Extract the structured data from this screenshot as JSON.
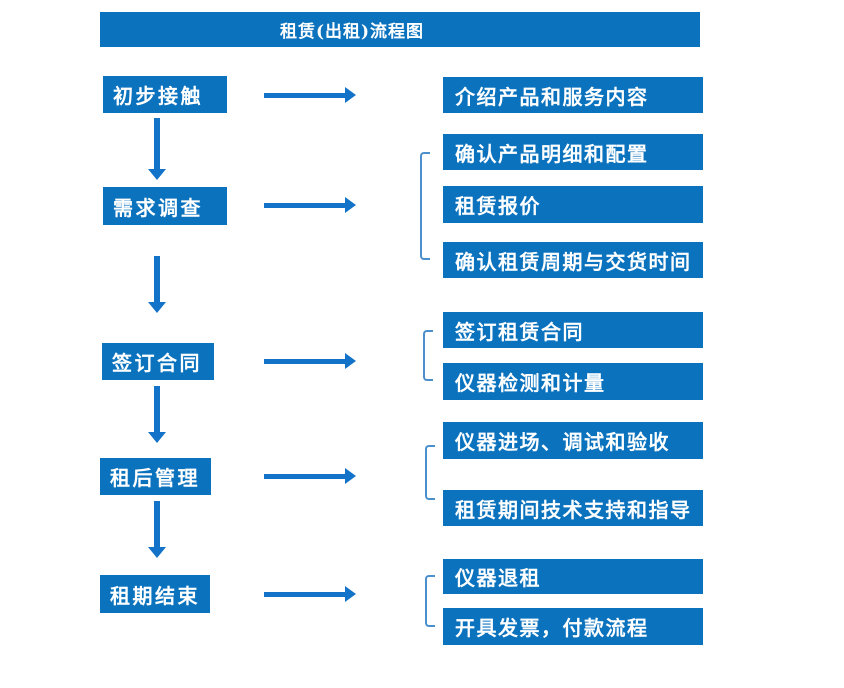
{
  "title": "租赁(出租)流程图",
  "colors": {
    "box_blue": "#0b72be",
    "arrow_blue": "#1373c8",
    "bracket_blue": "#4c8fcd",
    "text_white": "#ffffff"
  },
  "stages": [
    {
      "label": "初步接触",
      "outputs": [
        "介绍产品和服务内容"
      ]
    },
    {
      "label": "需求调查",
      "outputs": [
        "确认产品明细和配置",
        "租赁报价",
        "确认租赁周期与交货时间"
      ]
    },
    {
      "label": "签订合同",
      "outputs": [
        "签订租赁合同",
        "仪器检测和计量"
      ]
    },
    {
      "label": "租后管理",
      "outputs": [
        "仪器进场、调试和验收",
        "租赁期间技术支持和指导"
      ]
    },
    {
      "label": "租期结束",
      "outputs": [
        "仪器退租",
        "开具发票，付款流程"
      ]
    }
  ]
}
